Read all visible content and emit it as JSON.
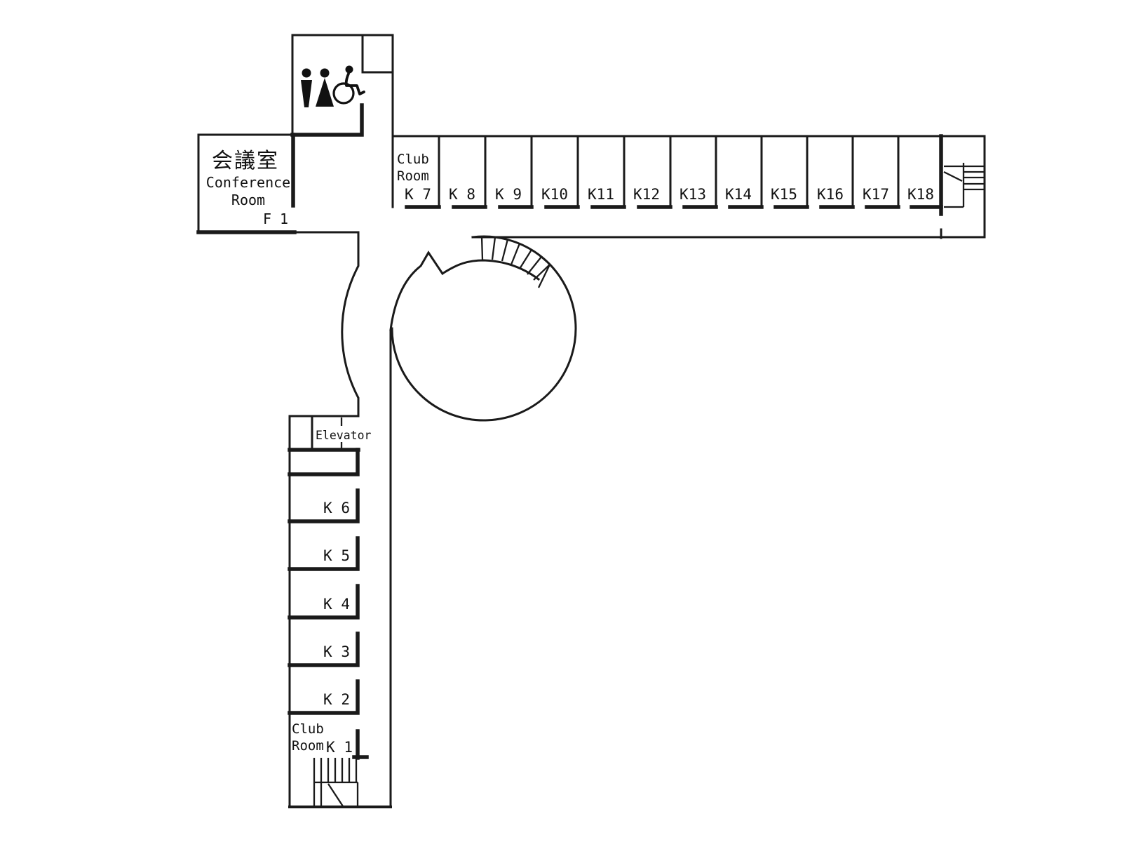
{
  "palette": {
    "line": "#1a1a1a",
    "background": "#ffffff",
    "text": "#111111"
  },
  "conference_room": {
    "name_ja": "会議室",
    "name_en_line1": "Conference",
    "name_en_line2": "Room",
    "floor_label": "F 1"
  },
  "restroom": {
    "icons": [
      "male-icon",
      "female-icon",
      "wheelchair-accessible-icon"
    ]
  },
  "top_wing": {
    "club_room_line1": "Club",
    "club_room_line2": "Room",
    "rooms": [
      "K 7",
      "K 8",
      "K 9",
      "K10",
      "K11",
      "K12",
      "K13",
      "K14",
      "K15",
      "K16",
      "K17",
      "K18"
    ]
  },
  "left_wing": {
    "elevator_label": "Elevator",
    "rooms": [
      "K 6",
      "K 5",
      "K 4",
      "K 3",
      "K 2"
    ],
    "club_room_line1": "Club",
    "club_room_line2": "Room",
    "club_room_number": "K 1"
  }
}
